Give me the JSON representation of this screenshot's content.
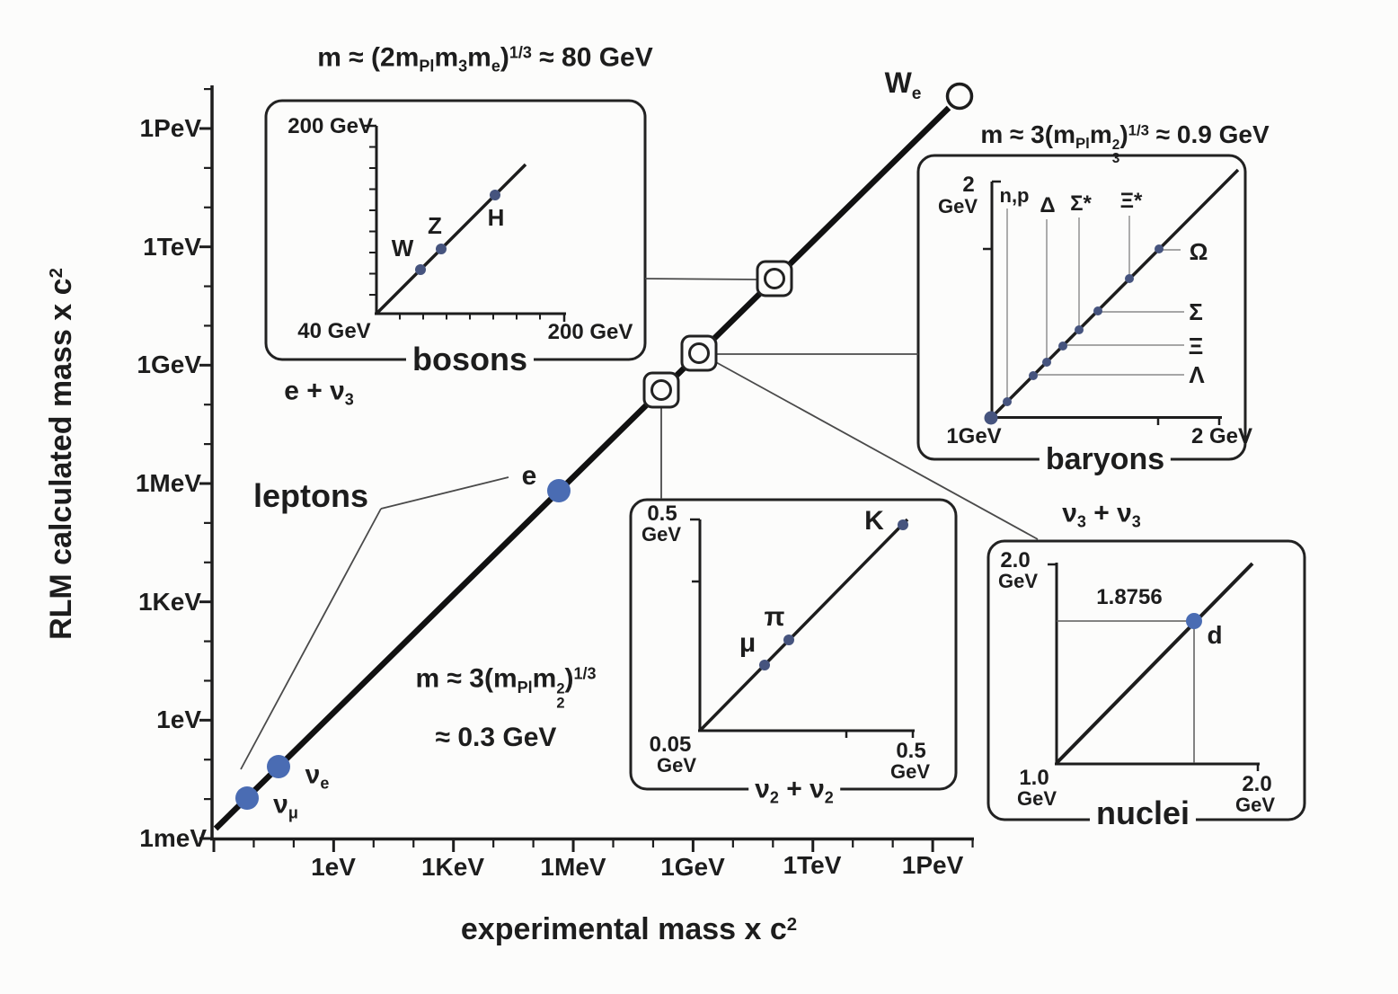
{
  "colors": {
    "ink": "#1d1d1d",
    "accent_blue": "#4a6cb3",
    "small_dot": "#46547e",
    "thin_line": "#8a8a8a"
  },
  "main": {
    "y_axis_title": "RLM calculated mass x c",
    "y_axis_title_sup": "2",
    "x_axis_title": "experimental mass x c",
    "x_axis_title_sup": "2",
    "y_ticks": [
      "1PeV",
      "1TeV",
      "1GeV",
      "1MeV",
      "1KeV",
      "1eV",
      "1meV"
    ],
    "x_ticks": [
      "1eV",
      "1KeV",
      "1MeV",
      "1GeV",
      "1TeV",
      "1PeV"
    ],
    "leptons_label": "leptons",
    "nu_mu": {
      "base": "ν",
      "sub": "μ"
    },
    "nu_e": {
      "base": "ν",
      "sub": "e"
    },
    "e_label": "e",
    "we": {
      "base": "W",
      "sub": "e"
    }
  },
  "formulas": {
    "bosons": {
      "p1": "m ≈ (2m",
      "s1": "Pl",
      "p2": "m",
      "s2": "3",
      "p3": "m",
      "s3": "e",
      "p4": ")",
      "e1": "1/3",
      "p5": " ≈ 80 GeV"
    },
    "baryons": {
      "p1": "m ≈ 3(m",
      "s1": "Pl",
      "p2": "m",
      "sup": "2",
      "sub": "3",
      "p3": ")",
      "e1": "1/3",
      "p4": " ≈ 0.9 GeV"
    },
    "mesons_l1": {
      "p1": "m ≈ 3(m",
      "s1": "Pl",
      "p2": "m",
      "sup": "2",
      "sub": "2",
      "p3": ")",
      "e1": "1/3"
    },
    "mesons_l2": "≈ 0.3 GeV"
  },
  "bosons_inset": {
    "title": "bosons",
    "note": {
      "p1": "e + ν",
      "s1": "3"
    },
    "y_top_label": "200 GeV",
    "x_left_label": "40 GeV",
    "x_right_label": "200 GeV",
    "pt_w": "W",
    "pt_z": "Z",
    "pt_h": "H"
  },
  "baryons_inset": {
    "title": "baryons",
    "y_top_num": "2",
    "y_top_unit": "GeV",
    "x_left_label": "1GeV",
    "x_right_label": "2 GeV",
    "top_labels": [
      "n,p",
      "Δ",
      "Σ*",
      "Ξ*"
    ],
    "right_labels": [
      "Ω",
      "Σ",
      "Ξ",
      "Λ"
    ]
  },
  "mesons_inset": {
    "title": {
      "t1": "ν",
      "t1s": "2",
      "t2": " + ν",
      "t2s": "2"
    },
    "y_top": [
      "0.5",
      "GeV"
    ],
    "x_left": [
      "0.05",
      "GeV"
    ],
    "x_right": [
      "0.5",
      "GeV"
    ],
    "pt_mu": "μ",
    "pt_pi": "π",
    "pt_k": "K"
  },
  "nuclei_inset": {
    "title": "nuclei",
    "note": {
      "t1": "ν",
      "t1s": "3",
      "t2": " + ν",
      "t2s": "3"
    },
    "y_top": [
      "2.0",
      "GeV"
    ],
    "x_left": [
      "1.0",
      "GeV"
    ],
    "x_right": [
      "2.0",
      "GeV"
    ],
    "annotation": "1.8756",
    "pt_d": "d"
  },
  "chart_data": {
    "type": "scatter",
    "title": "RLM calculated mass vs experimental mass (log-log identity line with zoomed insets)",
    "xlabel": "experimental mass x c2",
    "ylabel": "RLM calculated mass x c2",
    "scale": "log-log",
    "relation": "y = x identity line from 1 meV to ~1 PeV",
    "x_tick_labels": [
      "1meV",
      "1eV",
      "1KeV",
      "1MeV",
      "1GeV",
      "1TeV",
      "1PeV"
    ],
    "y_tick_labels": [
      "1meV",
      "1eV",
      "1KeV",
      "1MeV",
      "1GeV",
      "1TeV",
      "1PeV"
    ],
    "main_points": [
      {
        "label": "ν_μ",
        "approx_value": "~6 meV",
        "marker": "filled blue circle"
      },
      {
        "label": "ν_e",
        "approx_value": "~45 meV",
        "marker": "filled blue circle"
      },
      {
        "label": "e",
        "approx_value": "~0.5 MeV",
        "marker": "filled blue circle"
      },
      {
        "label": "W_e",
        "approx_value": "~2 PeV",
        "marker": "open circle at top of line"
      }
    ],
    "zoom_markers": "three square-framed circles on the identity line link to the bosons, baryons, mesons and nuclei insets",
    "insets": [
      {
        "name": "bosons",
        "axis_range": [
          "40 GeV",
          "200 GeV"
        ],
        "formula": "m ≈ (2m_Pl m_3 m_e)^(1/3) ≈ 80 GeV",
        "points": [
          {
            "label": "W",
            "approx_GeV": 80
          },
          {
            "label": "Z",
            "approx_GeV": 91
          },
          {
            "label": "H",
            "approx_GeV": 125
          }
        ]
      },
      {
        "name": "baryons",
        "axis_range": [
          "1 GeV",
          "2 GeV"
        ],
        "formula": "m ≈ 3(m_Pl m_3^2)^(1/3) ≈ 0.9 GeV",
        "points": [
          {
            "label": "n,p",
            "approx_GeV": 1.05
          },
          {
            "label": "Λ",
            "approx_GeV": 1.18
          },
          {
            "label": "Δ",
            "approx_GeV": 1.24
          },
          {
            "label": "Ξ",
            "approx_GeV": 1.31
          },
          {
            "label": "Σ*",
            "approx_GeV": 1.38
          },
          {
            "label": "Σ",
            "approx_GeV": 1.46
          },
          {
            "label": "Ξ*",
            "approx_GeV": 1.6
          },
          {
            "label": "Ω",
            "approx_GeV": 1.73
          }
        ]
      },
      {
        "name": "mesons ν2+ν2",
        "axis_range": [
          "0.05 GeV",
          "0.5 GeV"
        ],
        "formula": "m ≈ 3(m_Pl m_2^2)^(1/3) ≈ 0.3 GeV",
        "points": [
          {
            "label": "μ",
            "approx_GeV": 0.1
          },
          {
            "label": "π",
            "approx_GeV": 0.13
          },
          {
            "label": "K",
            "approx_GeV": 0.45
          }
        ]
      },
      {
        "name": "nuclei ν3+ν3",
        "axis_range": [
          "1.0 GeV",
          "2.0 GeV"
        ],
        "points": [
          {
            "label": "d",
            "GeV": 1.8756
          }
        ]
      }
    ]
  }
}
